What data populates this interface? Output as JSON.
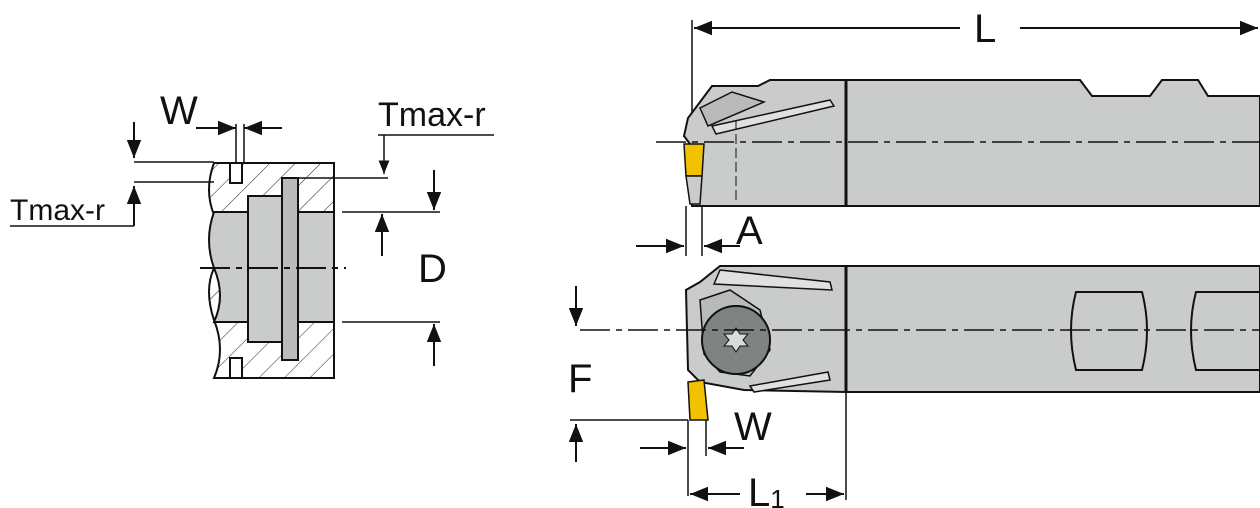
{
  "colors": {
    "body": "#c9cccb",
    "shadow": "#b3b7b6",
    "insert": "#f2c200",
    "line": "#1a1a1a",
    "background": "#ffffff"
  },
  "labels": {
    "w_left": "W",
    "tmax_top": "Tmax-r",
    "tmax_left": "Tmax-r",
    "d": "D",
    "l": "L",
    "a": "A",
    "f": "F",
    "w_right": "W",
    "l1_letter": "L",
    "l1_sub": "1"
  },
  "icons": {
    "screw": "torx-screw-icon",
    "insert": "grooving-insert-icon"
  }
}
